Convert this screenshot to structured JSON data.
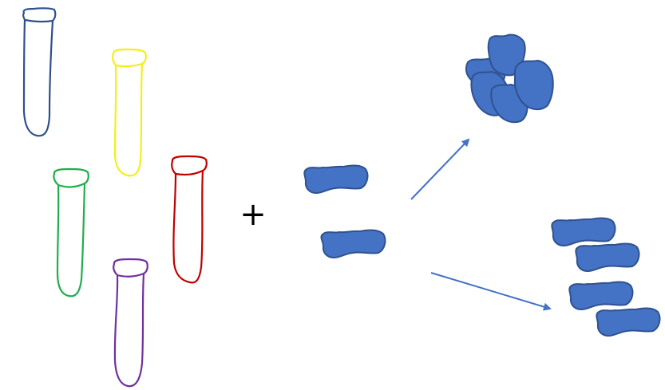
{
  "diagram": {
    "operator": "+",
    "tubes": [
      {
        "name": "tube-blue",
        "color": "#2f4f8f"
      },
      {
        "name": "tube-yellow",
        "color": "#f2ef1c"
      },
      {
        "name": "tube-green",
        "color": "#1fae4b"
      },
      {
        "name": "tube-red",
        "color": "#c00000"
      },
      {
        "name": "tube-purple",
        "color": "#7030a0"
      }
    ],
    "protein": {
      "fill": "#4472c4",
      "stroke": "#2f528f",
      "input_count": 2,
      "aggregated_count": 5,
      "dispersed_count": 4
    },
    "arrow_color": "#4472c4"
  }
}
